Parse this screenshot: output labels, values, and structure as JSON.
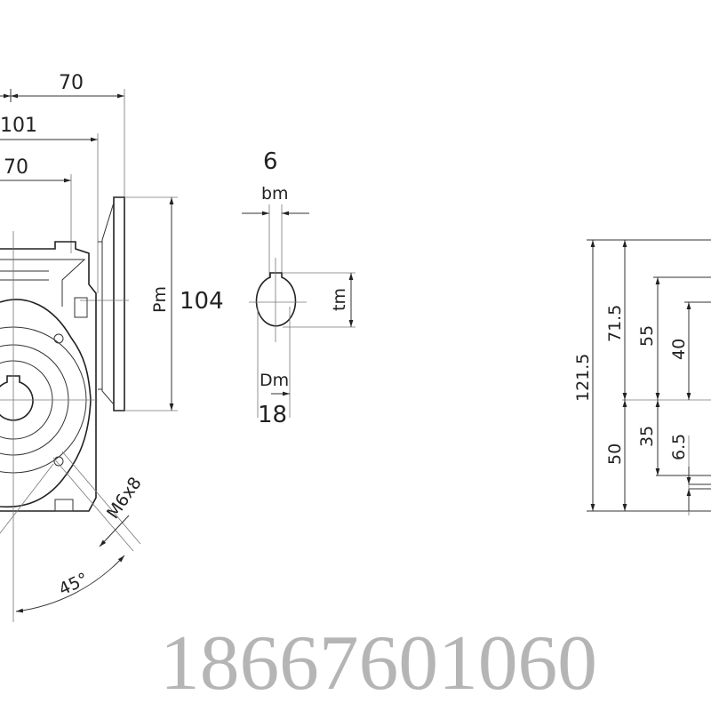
{
  "drawing": {
    "top_dims": {
      "overall": "70",
      "to_flange": "101",
      "housing": "70"
    },
    "flange": {
      "pm_label": "Pm",
      "pm_value": "104"
    },
    "shaft": {
      "bm_value": "6",
      "bm_label": "bm",
      "tm_label": "tm",
      "dm_label": "Dm",
      "dm_value": "18"
    },
    "mount": {
      "thread": "M6x8",
      "angle": "45°"
    },
    "side_view": {
      "total_height": "121.5",
      "upper_height": "71.5",
      "lower_height": "50",
      "upper_mid": "55",
      "lower_mid": "35",
      "upper_inner": "40",
      "foot": "6.5"
    },
    "watermark": "18667601060"
  }
}
